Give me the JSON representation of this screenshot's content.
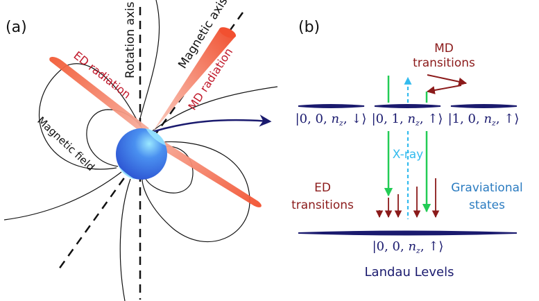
{
  "panels": {
    "a": {
      "label": "(a)",
      "rotation_axis": "Rotation  axis",
      "magnetic_axis": "Magnetic axis",
      "ed_radiation": "ED radiation",
      "md_radiation": "MD radiation",
      "magnetic_field": "Magnetic field"
    },
    "b": {
      "label": "(b)",
      "md_transitions": [
        "MD",
        "transitions"
      ],
      "ed_transitions": [
        "ED",
        "transitions"
      ],
      "gravitational_states": [
        "Graviational",
        "states"
      ],
      "xray": "X-ray",
      "states": {
        "s000_down": {
          "prefix": "|0, 0, ",
          "n": "n",
          "sub": "z",
          "suffix": ", ↓⟩"
        },
        "s010_up": {
          "prefix": "|0, 1, ",
          "n": "n",
          "sub": "z",
          "suffix": ", ↑⟩"
        },
        "s100_up": {
          "prefix": "|1, 0, ",
          "n": "n",
          "sub": "z",
          "suffix": ", ↑⟩"
        },
        "s000_up": {
          "prefix": "|0, 0, ",
          "n": "n",
          "sub": "z",
          "suffix": ", ↑⟩"
        }
      },
      "landau_levels": "Landau Levels"
    }
  },
  "colors": {
    "navy": "#1a1a6e",
    "dark_red": "#8b1a1a",
    "red_beam": "#f05a3c",
    "green": "#22cc55",
    "cyan": "#33bbee",
    "blue_level": "#2a7bc0",
    "label_blue": "#2a7bc0"
  }
}
